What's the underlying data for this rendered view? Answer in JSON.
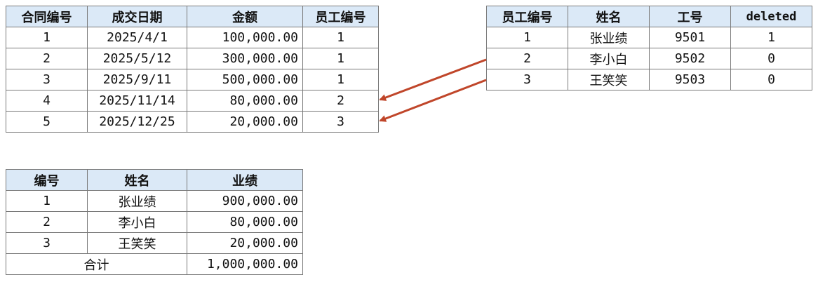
{
  "contracts": {
    "headers": [
      "合同编号",
      "成交日期",
      "金额",
      "员工编号"
    ],
    "rows": [
      [
        "1",
        "2025/4/1",
        "100,000.00",
        "1"
      ],
      [
        "2",
        "2025/5/12",
        "300,000.00",
        "1"
      ],
      [
        "3",
        "2025/9/11",
        "500,000.00",
        "1"
      ],
      [
        "4",
        "2025/11/14",
        "80,000.00",
        "2"
      ],
      [
        "5",
        "2025/12/25",
        "20,000.00",
        "3"
      ]
    ]
  },
  "employees": {
    "headers": [
      "员工编号",
      "姓名",
      "工号",
      "deleted"
    ],
    "rows": [
      [
        "1",
        "张业绩",
        "9501",
        "1"
      ],
      [
        "2",
        "李小白",
        "9502",
        "0"
      ],
      [
        "3",
        "王笑笑",
        "9503",
        "0"
      ]
    ]
  },
  "summary": {
    "headers": [
      "编号",
      "姓名",
      "业绩"
    ],
    "rows": [
      [
        "1",
        "张业绩",
        "900,000.00"
      ],
      [
        "2",
        "李小白",
        "80,000.00"
      ],
      [
        "3",
        "王笑笑",
        "20,000.00"
      ]
    ],
    "total_label": "合计",
    "total_value": "1,000,000.00"
  },
  "colors": {
    "header_bg": "#dbe9f7",
    "arrow": "#c0462a",
    "border": "#7a7a7a"
  }
}
